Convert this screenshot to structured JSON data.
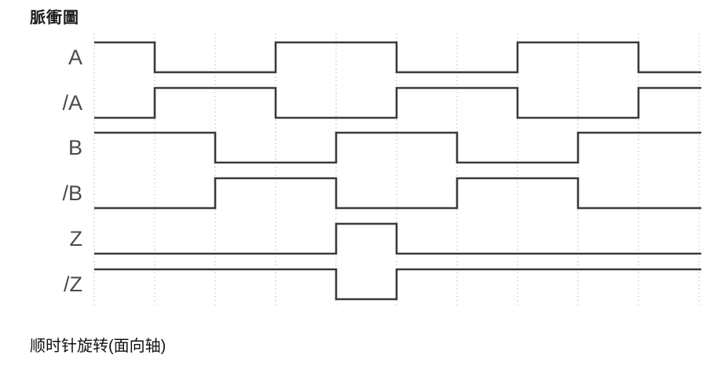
{
  "page": {
    "title": "脈衝圖",
    "caption": "顺时针旋转(面向轴)",
    "background": "#ffffff"
  },
  "chart_data": {
    "type": "line",
    "subtype": "digital-timing-diagram",
    "title": "脈衝圖",
    "caption": "顺时针旋转(面向轴)",
    "x_divisions": 10,
    "x_axis": "time (unlabeled grid divisions)",
    "grid": "vertical dotted gridlines at every division",
    "levels": [
      0,
      1
    ],
    "series": [
      {
        "name": "A",
        "interval_levels": [
          1,
          0,
          0,
          1,
          1,
          0,
          0,
          1,
          1,
          0
        ]
      },
      {
        "name": "/A",
        "interval_levels": [
          0,
          1,
          1,
          0,
          0,
          1,
          1,
          0,
          0,
          1
        ]
      },
      {
        "name": "B",
        "interval_levels": [
          1,
          1,
          0,
          0,
          1,
          1,
          0,
          0,
          1,
          1
        ]
      },
      {
        "name": "/B",
        "interval_levels": [
          0,
          0,
          1,
          1,
          0,
          0,
          1,
          1,
          0,
          0
        ]
      },
      {
        "name": "Z",
        "interval_levels": [
          0,
          0,
          0,
          0,
          1,
          0,
          0,
          0,
          0,
          0
        ]
      },
      {
        "name": "/Z",
        "interval_levels": [
          1,
          1,
          1,
          1,
          0,
          1,
          1,
          1,
          1,
          1
        ]
      }
    ],
    "colors": {
      "waveform": "#3a3a3a",
      "gridline": "#c8c8c8",
      "label": "#4a4a4a",
      "text": "#1a1a1a"
    }
  }
}
